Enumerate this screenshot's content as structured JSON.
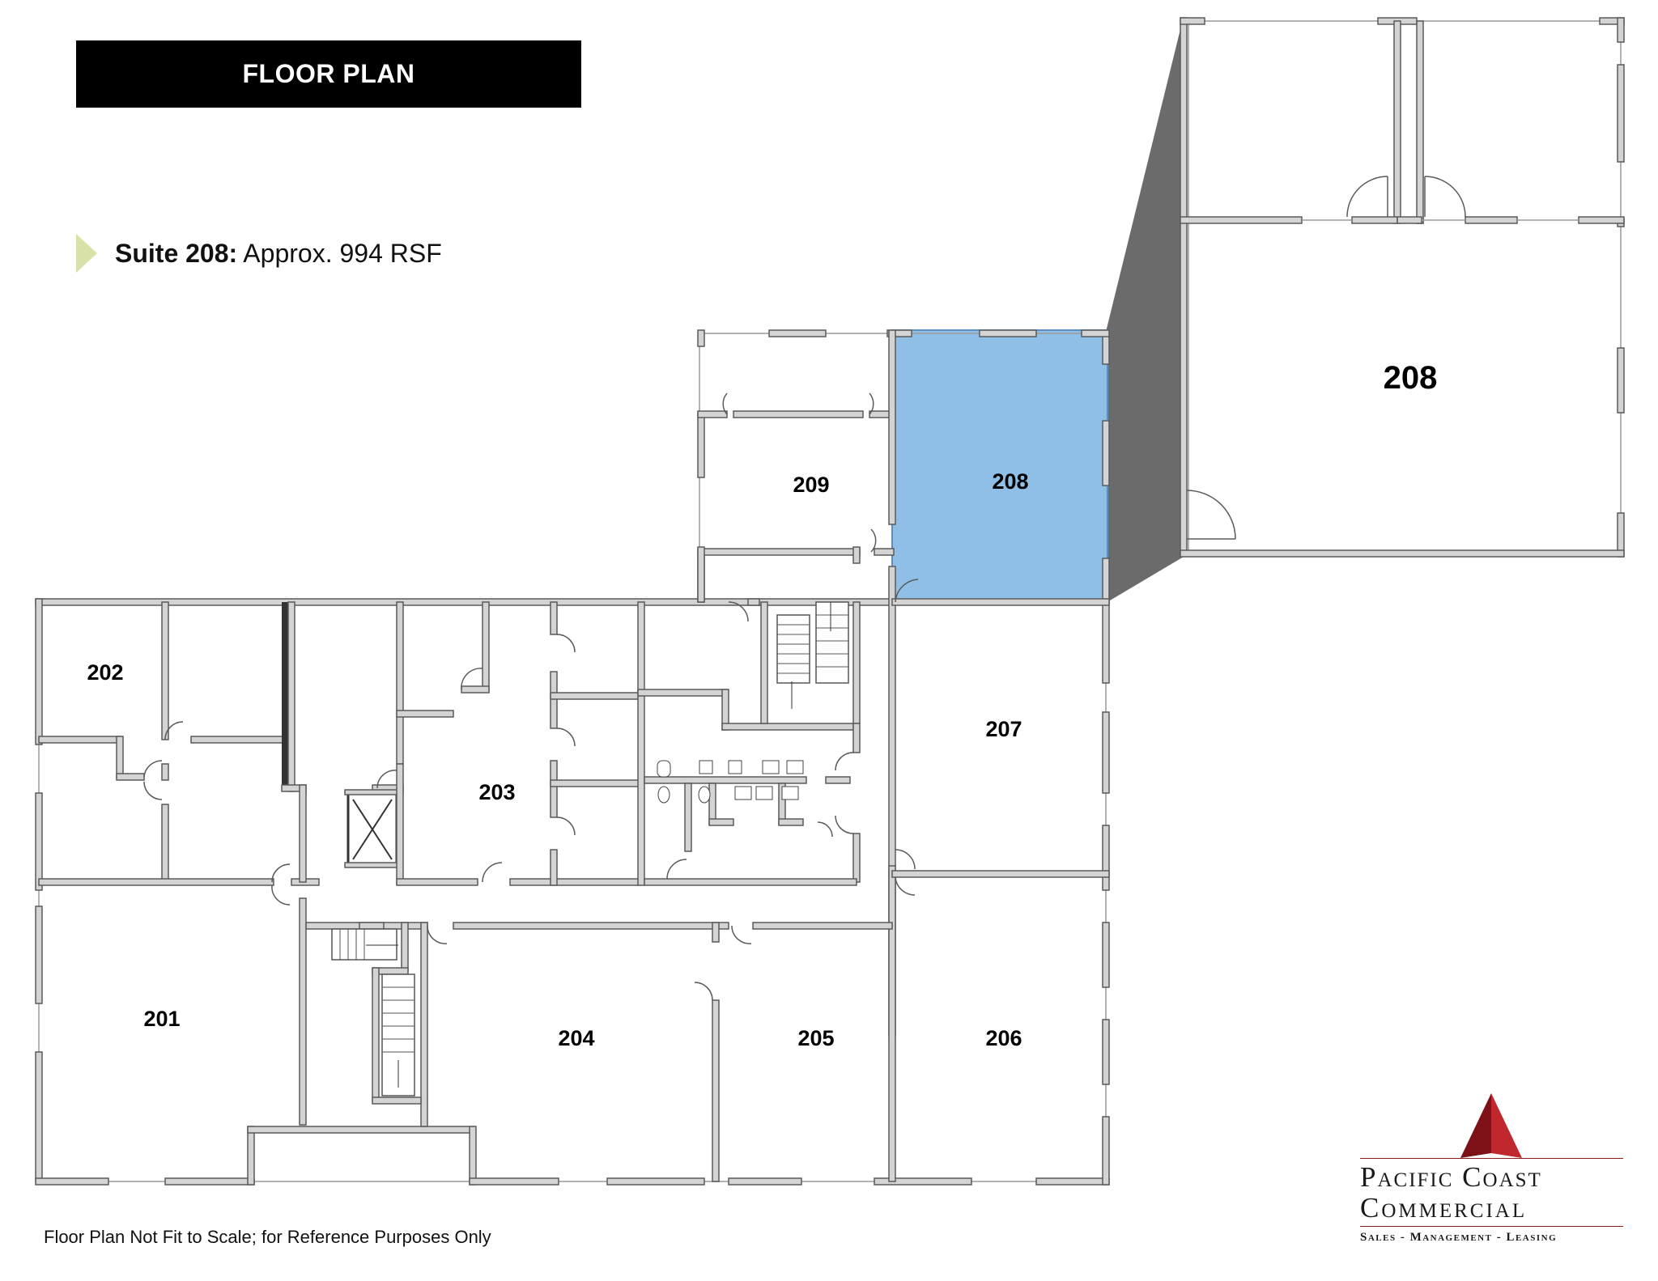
{
  "header": {
    "title": "FLOOR PLAN"
  },
  "suite": {
    "label": "Suite 208:",
    "description": "Approx. 994 RSF"
  },
  "rooms": {
    "r201": "201",
    "r202": "202",
    "r203": "203",
    "r204": "204",
    "r205": "205",
    "r206": "206",
    "r207": "207",
    "r208": "208",
    "r209": "209",
    "inset208": "208"
  },
  "colors": {
    "highlight": "#8fbfe6",
    "wall": "#d4d4d4",
    "wall_stroke": "#5a5a5a",
    "callout": "#6b6b6b",
    "accent": "#d8e2a8",
    "logo_red": "#c0282d"
  },
  "footer": {
    "note": "Floor Plan Not Fit to Scale; for Reference Purposes Only"
  },
  "logo": {
    "line1": "Pacific Coast",
    "line2": "Commercial",
    "line3": "Sales - Management - Leasing"
  }
}
